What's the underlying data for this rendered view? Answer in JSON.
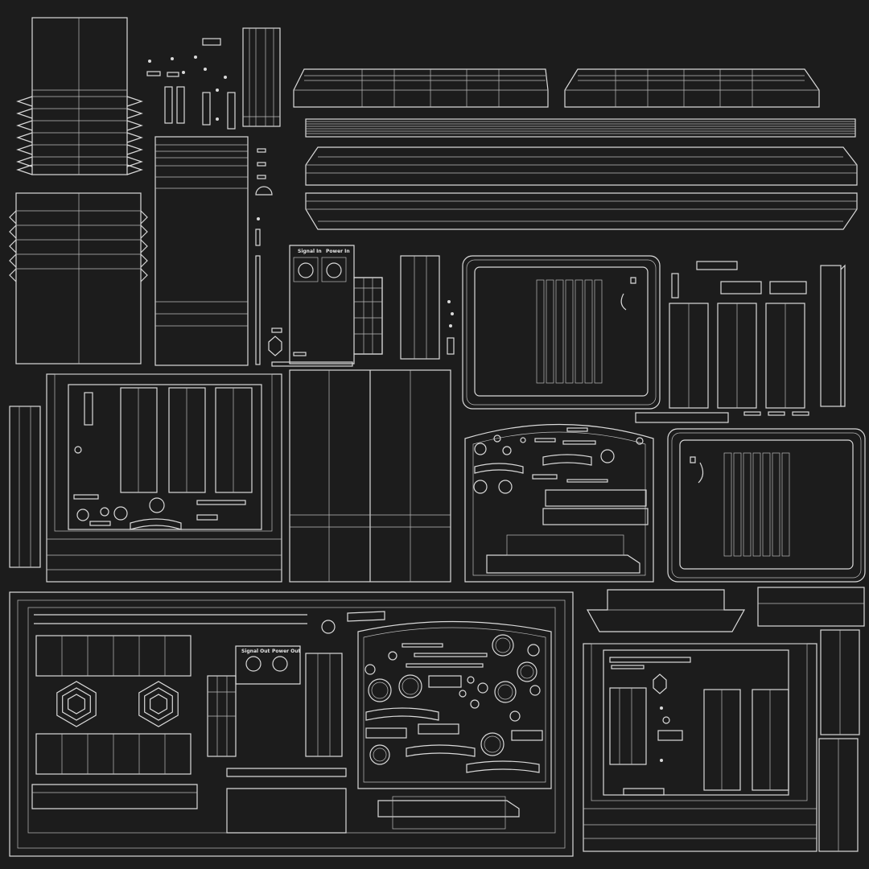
{
  "labels": {
    "signal_in": "Signal In",
    "power_in": "Power In",
    "signal_out": "Signal Out",
    "power_out": "Power Out"
  },
  "colors": {
    "background": "#1c1c1c",
    "wire": "#d9d9d9"
  }
}
